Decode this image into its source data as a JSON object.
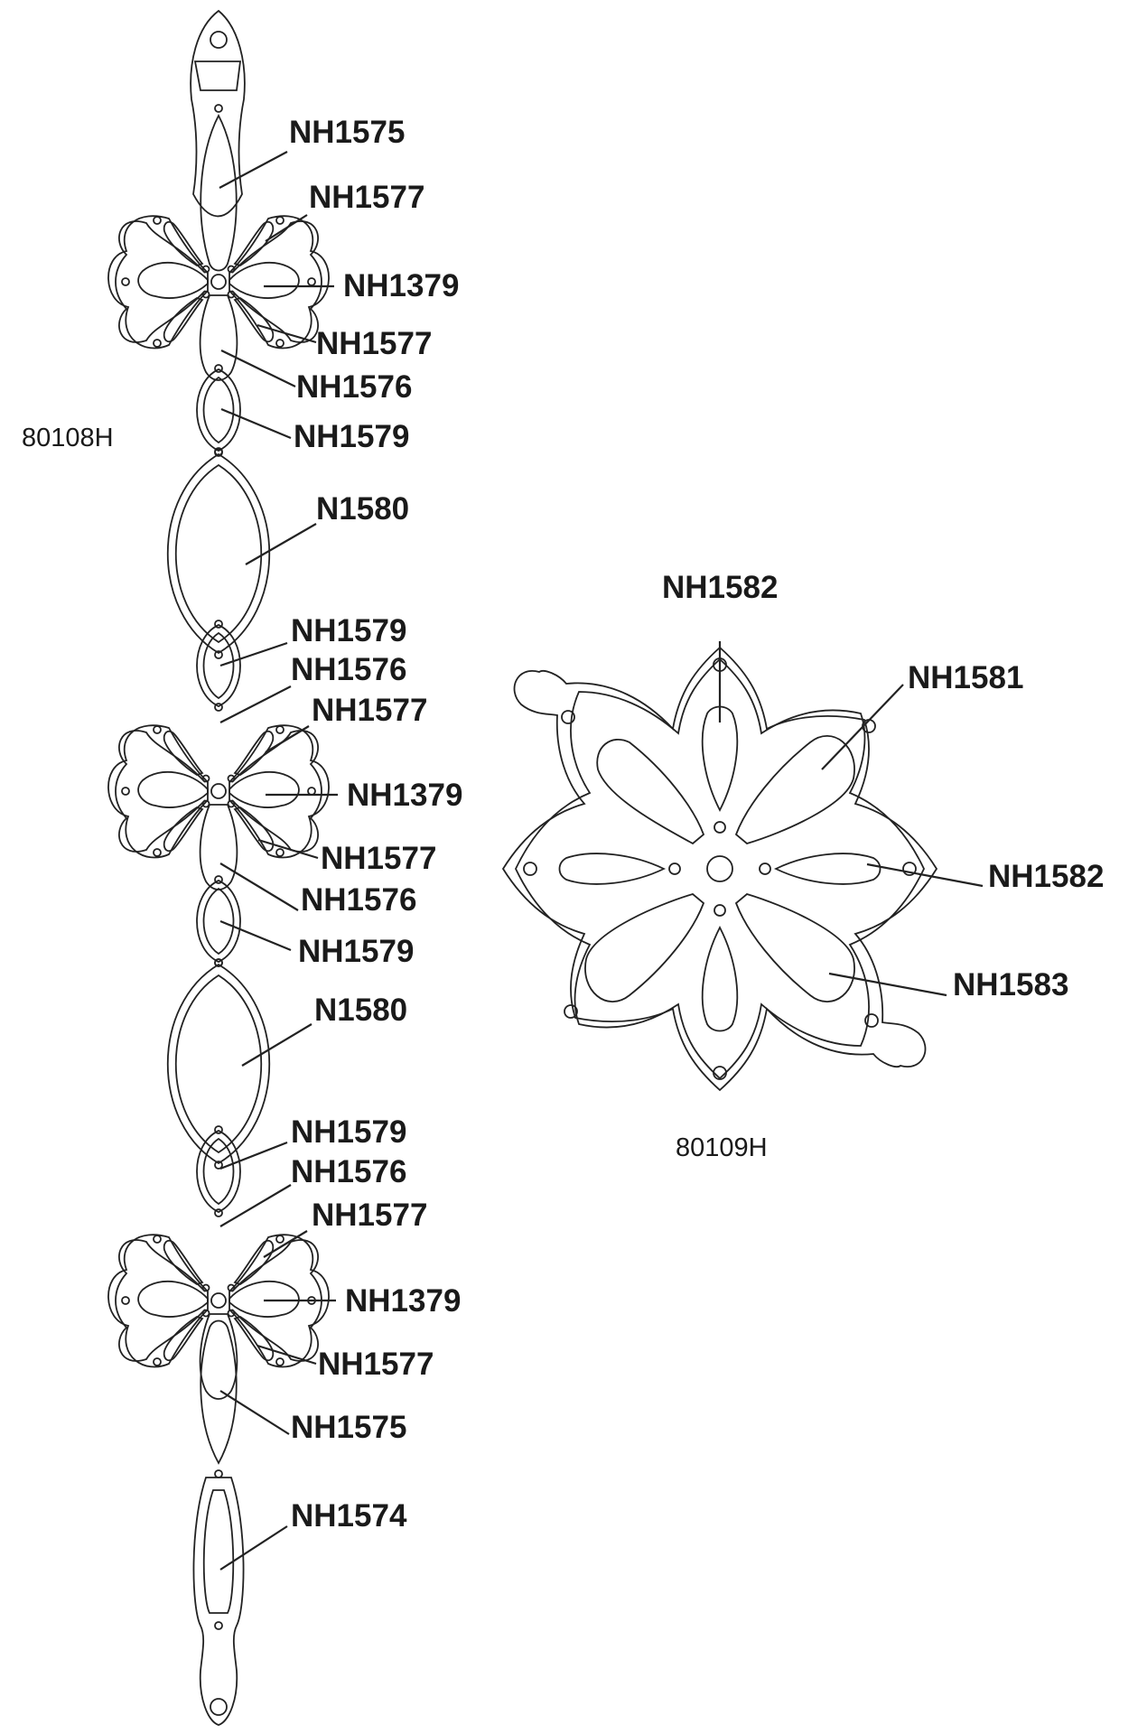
{
  "diagram": {
    "assemblies": [
      {
        "id": "80108H",
        "caption": "80108H",
        "callouts": [
          "NH1575",
          "NH1577",
          "NH1379",
          "NH1577",
          "NH1576",
          "NH1579",
          "N1580",
          "NH1579",
          "NH1576",
          "NH1577",
          "NH1379",
          "NH1577",
          "NH1576",
          "NH1579",
          "N1580",
          "NH1579",
          "NH1576",
          "NH1577",
          "NH1379",
          "NH1577",
          "NH1575",
          "NH1574"
        ]
      },
      {
        "id": "80109H",
        "caption": "80109H",
        "callouts": [
          "NH1582",
          "NH1581",
          "NH1582",
          "NH1583"
        ]
      }
    ],
    "line_color": "#222222",
    "text_color": "#1a1a1a"
  }
}
